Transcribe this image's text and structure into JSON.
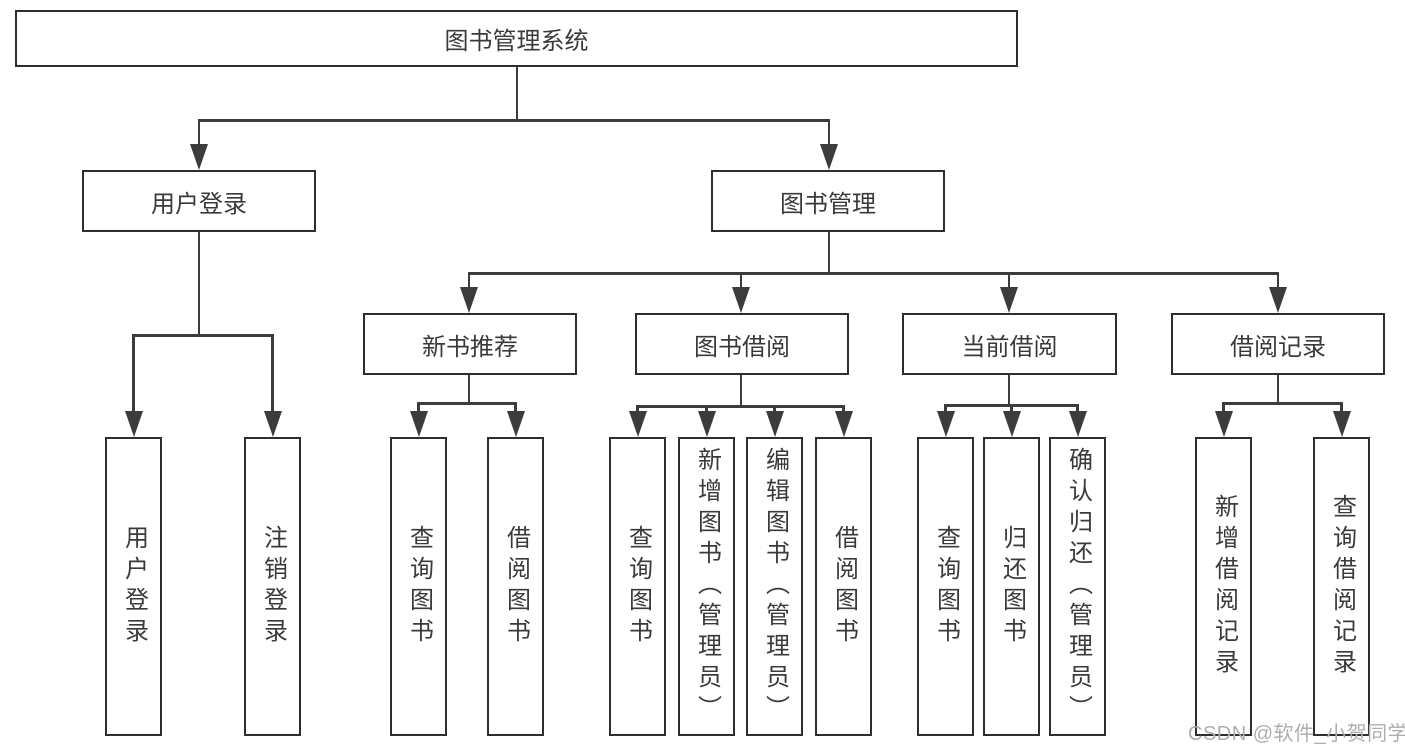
{
  "diagram": {
    "title": "图书管理系统",
    "watermark": {
      "text": "CSDN @软件_小贺同学",
      "color": "#aeaeae"
    },
    "colors": {
      "line": "#3c3c3c",
      "box_border": "#2e2e2e",
      "text": "#3a3a3a",
      "background": "#ffffff"
    },
    "tree": {
      "label": "图书管理系统",
      "children": [
        {
          "label": "用户登录",
          "children": [
            {
              "label": "用户登录"
            },
            {
              "label": "注销登录"
            }
          ]
        },
        {
          "label": "图书管理",
          "children": [
            {
              "label": "新书推荐",
              "children": [
                {
                  "label": "查询图书"
                },
                {
                  "label": "借阅图书"
                }
              ]
            },
            {
              "label": "图书借阅",
              "children": [
                {
                  "label": "查询图书"
                },
                {
                  "label": "新增图书（管理员）"
                },
                {
                  "label": "编辑图书（管理员）"
                },
                {
                  "label": "借阅图书"
                }
              ]
            },
            {
              "label": "当前借阅",
              "children": [
                {
                  "label": "查询图书"
                },
                {
                  "label": "归还图书"
                },
                {
                  "label": "确认归还（管理员）"
                }
              ]
            },
            {
              "label": "借阅记录",
              "children": [
                {
                  "label": "新增借阅记录"
                },
                {
                  "label": "查询借阅记录"
                }
              ]
            }
          ]
        }
      ]
    }
  }
}
